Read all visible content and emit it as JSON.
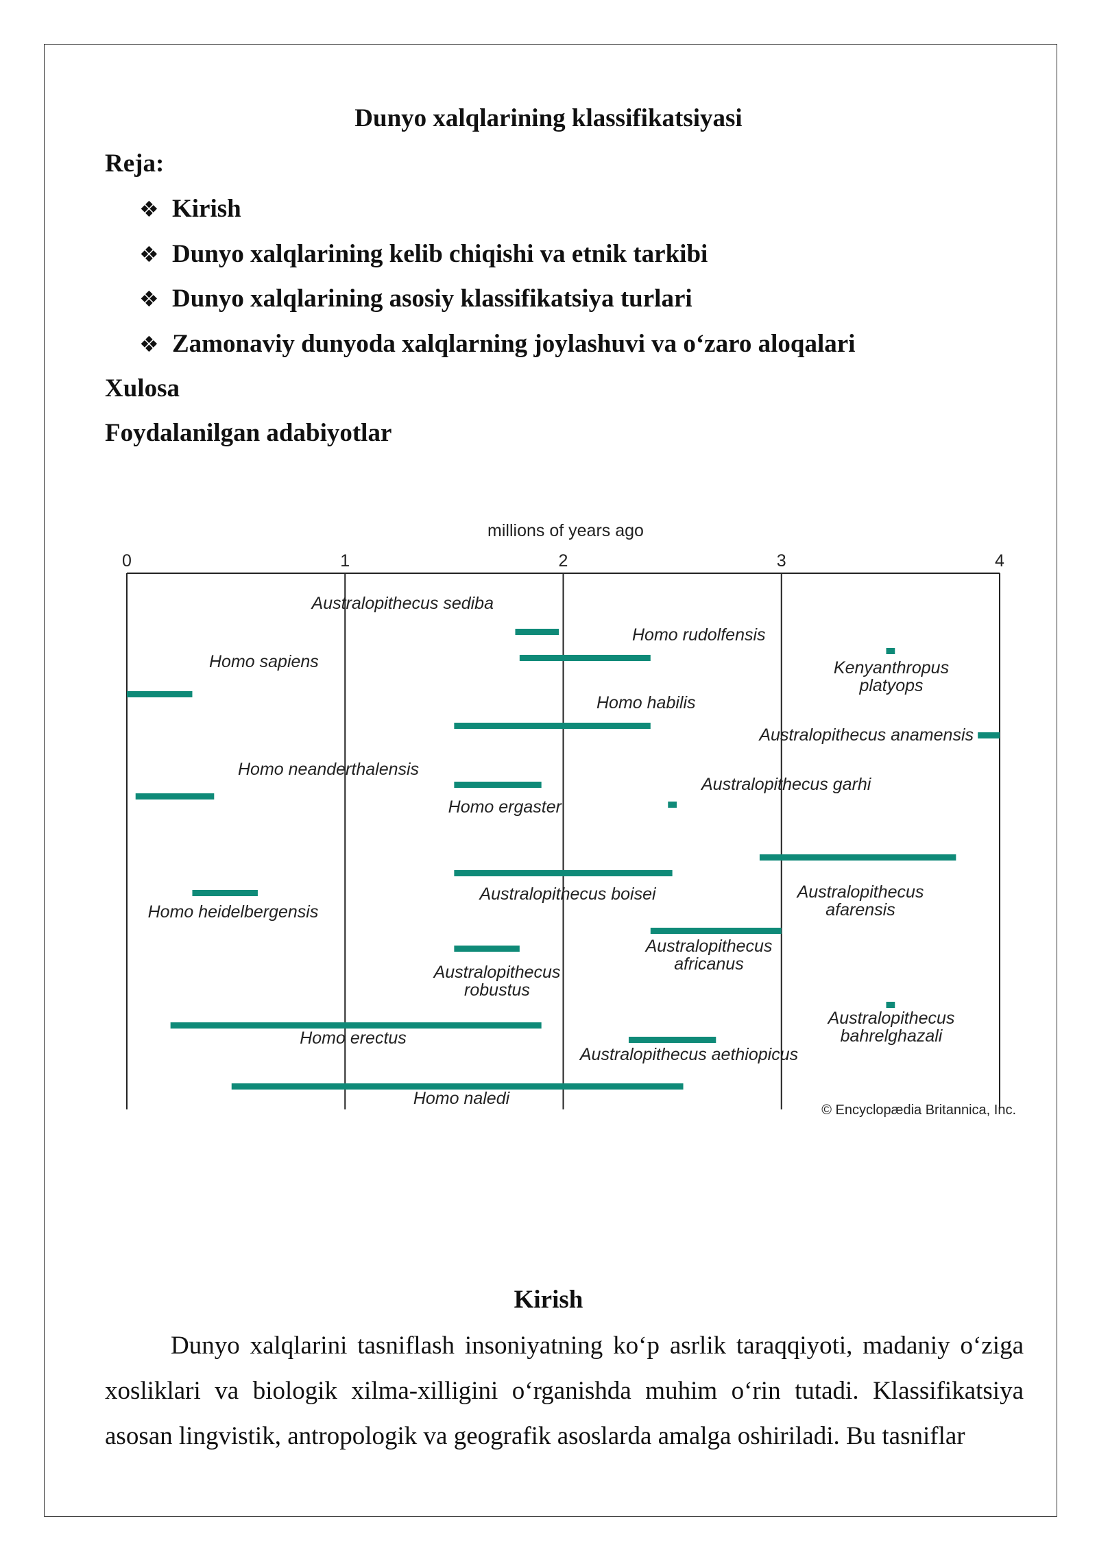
{
  "doc": {
    "title": "Dunyo xalqlarining klassifikatsiyasi",
    "plan_label": "Reja:",
    "bullet_symbol": "❖",
    "plan_items": [
      "Kirish",
      "Dunyo xalqlarining kelib chiqishi va etnik tarkibi",
      "Dunyo xalqlarining asosiy klassifikatsiya turlari",
      "Zamonaviy dunyoda xalqlarning joylashuvi va o‘zaro aloqalari"
    ],
    "conclusion": "Xulosa",
    "references": "Foydalanilgan adabiyotlar",
    "section_title": "Kirish",
    "paragraph": "Dunyo xalqlarini tasniflash insoniyatning ko‘p asrlik taraqqiyoti, madaniy o‘ziga xosliklari va biologik xilma-xilligini o‘rganishda muhim o‘rin tutadi. Klassifikatsiya asosan lingvistik, antropologik va geografik asoslarda amalga oshiriladi. Bu tasniflar"
  },
  "chart_data": {
    "type": "range-bar",
    "xlabel": "millions of years ago",
    "xlim": [
      0,
      4
    ],
    "ticks": [
      "0",
      "1",
      "2",
      "3",
      "4"
    ],
    "bar_color": "#0f8a78",
    "credit": "© Encyclopædia Britannica, Inc.",
    "species": [
      {
        "name": "Australopithecus sediba",
        "start": 1.78,
        "end": 1.98
      },
      {
        "name": "Homo rudolfensis",
        "start": 1.8,
        "end": 2.4
      },
      {
        "name": "Kenyanthropus platyops",
        "start": 3.48,
        "end": 3.52
      },
      {
        "name": "Homo sapiens",
        "start": 0.0,
        "end": 0.3
      },
      {
        "name": "Homo habilis",
        "start": 1.5,
        "end": 2.4
      },
      {
        "name": "Australopithecus anamensis",
        "start": 3.9,
        "end": 4.0
      },
      {
        "name": "Homo neanderthalensis",
        "start": 0.04,
        "end": 0.4
      },
      {
        "name": "Homo ergaster",
        "start": 1.5,
        "end": 1.9
      },
      {
        "name": "Australopithecus garhi",
        "start": 2.48,
        "end": 2.52
      },
      {
        "name": "Homo heidelbergensis",
        "start": 0.3,
        "end": 0.6
      },
      {
        "name": "Australopithecus boisei",
        "start": 1.5,
        "end": 2.5
      },
      {
        "name": "Australopithecus afarensis",
        "start": 2.9,
        "end": 3.8
      },
      {
        "name": "Australopithecus africanus",
        "start": 2.4,
        "end": 3.0
      },
      {
        "name": "Australopithecus robustus",
        "start": 1.5,
        "end": 1.8
      },
      {
        "name": "Homo erectus",
        "start": 0.2,
        "end": 1.9
      },
      {
        "name": "Australopithecus aethiopicus",
        "start": 2.3,
        "end": 2.7
      },
      {
        "name": "Australopithecus bahrelghazali",
        "start": 3.48,
        "end": 3.52
      },
      {
        "name": "Homo naledi",
        "start": 0.48,
        "end": 2.55
      }
    ]
  }
}
